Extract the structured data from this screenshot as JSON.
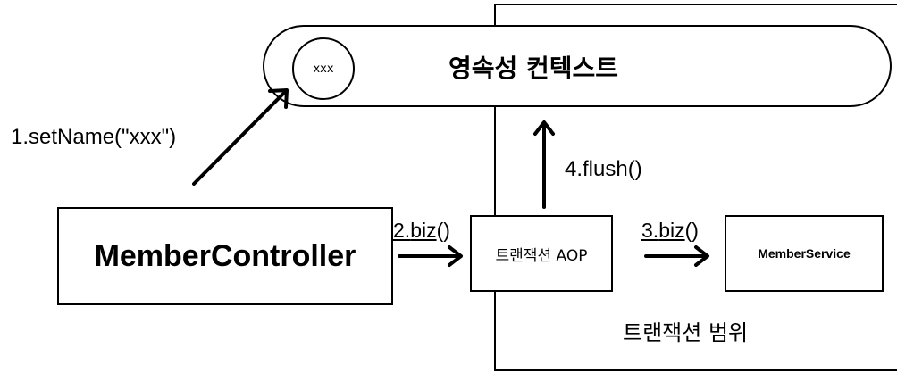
{
  "persistence_context": {
    "label": "영속성 컨텍스트",
    "entity_label": "xxx"
  },
  "transaction_scope": {
    "label": "트랜잭션 범위"
  },
  "nodes": {
    "controller": "MemberController",
    "transaction_aop": "트랜잭션 AOP",
    "service": "MemberService"
  },
  "steps": {
    "set_name": "1.setName(\"xxx\")",
    "biz_to_aop": {
      "prefix": "2.",
      "method": "biz",
      "suffix": "()"
    },
    "biz_to_service": {
      "prefix": "3.",
      "method": "biz",
      "suffix": "()"
    },
    "flush": "4.flush()"
  }
}
